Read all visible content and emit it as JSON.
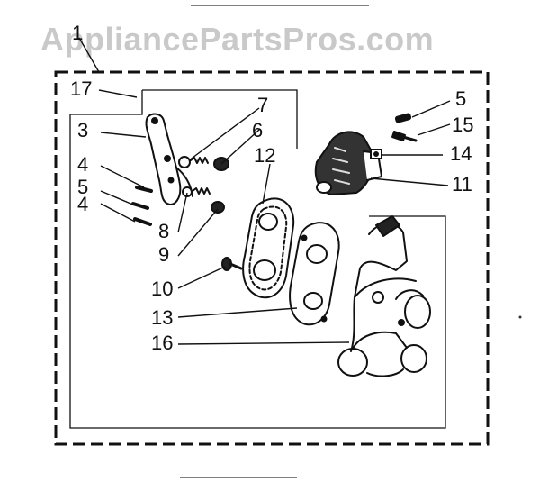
{
  "watermark": "AppliancePartsPros.com",
  "callouts": {
    "c1": "1",
    "c17": "17",
    "c3": "3",
    "c4a": "4",
    "c5a": "5",
    "c4b": "4",
    "c7": "7",
    "c6": "6",
    "c12": "12",
    "c8": "8",
    "c9": "9",
    "c10": "10",
    "c13": "13",
    "c16": "16",
    "c5b": "5",
    "c15": "15",
    "c14": "14",
    "c11": "11"
  }
}
